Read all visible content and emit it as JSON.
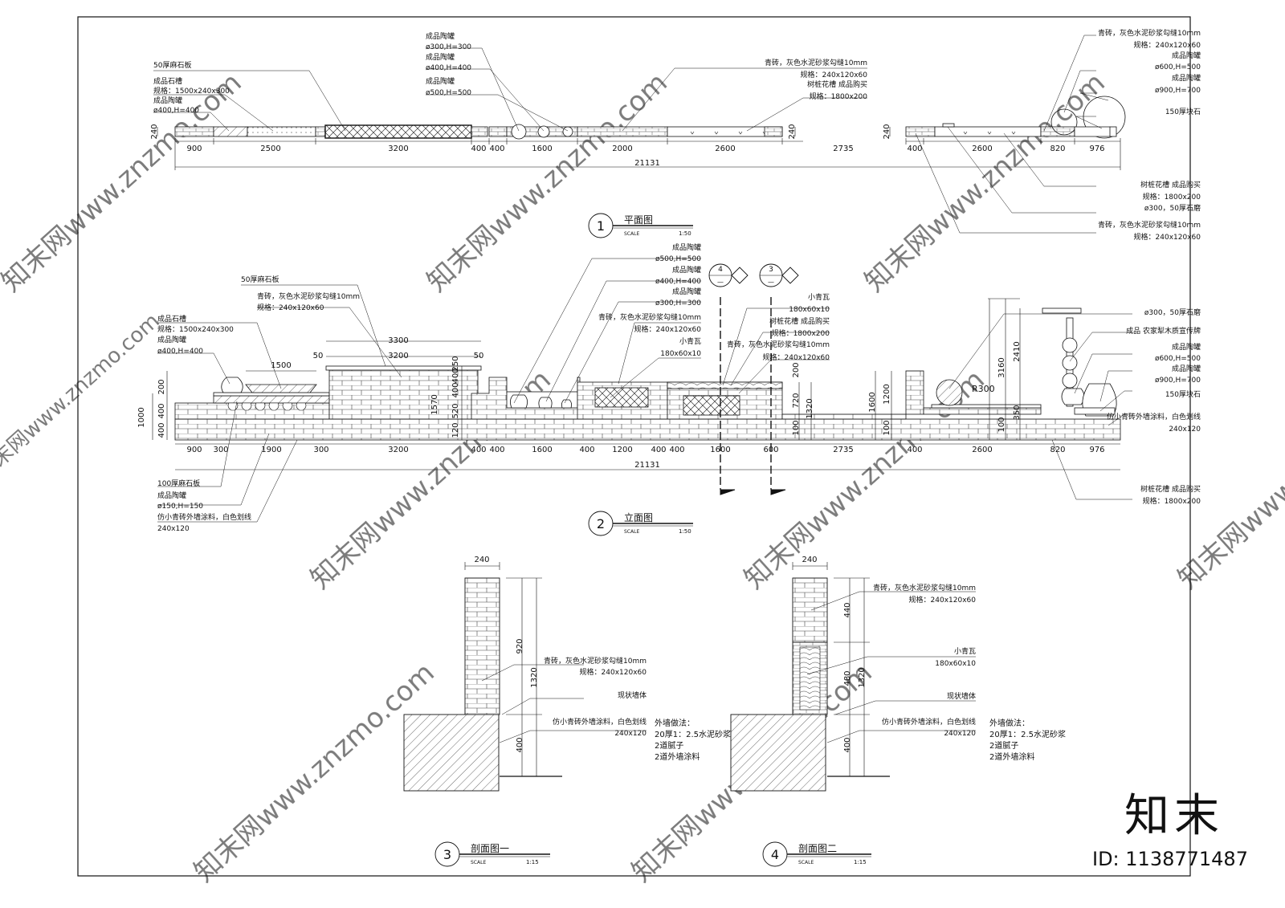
{
  "plan": {
    "labels": {
      "flagstone": "50厚麻石板",
      "trough_name": "成品石槽",
      "trough_spec": "规格：1500x240x300",
      "jar_a_name": "成品陶罐",
      "jar_a_size": "ø400,H=400",
      "jars_1_name": "成品陶罐",
      "jars_1_size": "ø300,H=300",
      "jars_2_name": "成品陶罐",
      "jars_2_size": "ø400,H=400",
      "jars_3_name": "成品陶罐",
      "jars_3_size": "ø500,H=500",
      "brick_a": "青砖，灰色水泥砂浆勾缝10mm",
      "brick_a_spec": "规格：240x120x60",
      "planter_a": "树桩花槽 成品购买",
      "planter_a_spec": "规格：1800x200",
      "brick_r": "青砖，灰色水泥砂浆勾缝10mm",
      "brick_r_spec": "规格：240x120x60",
      "jar_r_name": "成品陶罐",
      "jar_r_size1": "ø600,H=500",
      "jar_r_name2": "成品陶罐",
      "jar_r_size2": "ø900,H=700",
      "stone150": "150厚块石",
      "planter_r": "树桩花槽 成品购买",
      "planter_r_spec": "规格：1800x200",
      "millstone": "ø300，50厚石磨",
      "brick_r2": "青砖，灰色水泥砂浆勾缝10mm",
      "brick_r2_spec": "规格：240x120x60"
    },
    "dims": [
      "240",
      "900",
      "2500",
      "3200",
      "400",
      "400",
      "1600",
      "2000",
      "2600",
      "2735",
      "240",
      "400",
      "2600",
      "820",
      "976",
      "21131"
    ],
    "title": "平面图",
    "num": "1",
    "scale_label": "SCALE",
    "scale": "1:50"
  },
  "elev": {
    "labels": {
      "flagstone": "50厚麻石板",
      "brick": "青砖，灰色水泥砂浆勾缝10mm",
      "brick_spec": "规格：240x120x60",
      "trough_name": "成品石槽",
      "trough_spec": "规格：1500x240x300",
      "jar_name": "成品陶罐",
      "jar_size": "ø400,H=400",
      "j1_name": "成品陶罐",
      "j1_size": "ø500,H=500",
      "j2_name": "成品陶罐",
      "j2_size": "ø400,H=400",
      "j3_name": "成品陶罐",
      "j3_size": "ø300,H=300",
      "brick2": "青砖，灰色水泥砂浆勾缝10mm",
      "brick2_spec": "规格：240x120x60",
      "tile": "小青瓦",
      "tile_spec": "180x60x10",
      "tile_r": "小青瓦",
      "tile_r_spec": "180x60x10",
      "planter": "树桩花槽 成品购买",
      "planter_spec": "规格：1800x200",
      "brick3": "青砖，灰色水泥砂浆勾缝10mm",
      "brick3_spec": "规格：240x120x60",
      "millstone": "ø300，50厚石磨",
      "sign": "成品 农家犁木质宣传牌",
      "jar_r1_name": "成品陶罐",
      "jar_r1_size": "ø600,H=500",
      "jar_r2_name": "成品陶罐",
      "jar_r2_size": "ø900,H=700",
      "stone150": "150厚块石",
      "paint": "仿小青砖外墙涂料，白色划线",
      "paint_spec": "240x120",
      "planter_b": "树桩花槽 成品购买",
      "planter_b_spec": "规格：1800x200",
      "flag100": "100厚麻石板",
      "jar_small_name": "成品陶罐",
      "jar_small_size": "ø150,H=150",
      "paint_l": "仿小青砖外墙涂料，白色划线",
      "paint_l_spec": "240x120",
      "radius": "R300",
      "cut4": "4",
      "cut3": "3",
      "dash": "—"
    },
    "dims_bottom": [
      "900",
      "300",
      "1900",
      "300",
      "3200",
      "400",
      "400",
      "1600",
      "400",
      "1200",
      "400",
      "400",
      "1600",
      "600",
      "2735",
      "400",
      "2600",
      "820",
      "976"
    ],
    "total": "21131",
    "dims_top": [
      "3300",
      "3200",
      "50",
      "50",
      "1500"
    ],
    "dims_left": [
      "1000",
      "200",
      "400",
      "400"
    ],
    "dims_mid": [
      "1570",
      "400",
      "520",
      "120",
      "250",
      "400",
      "200",
      "720",
      "1320",
      "100",
      "1600",
      "1200",
      "100",
      "3160",
      "2410",
      "100",
      "350"
    ],
    "title": "立面图",
    "num": "2",
    "scale_label": "SCALE",
    "scale": "1:50"
  },
  "sec3": {
    "dim_top": "240",
    "dims": [
      "920",
      "1320",
      "400"
    ],
    "brick": "青砖，灰色水泥砂浆勾缝10mm",
    "brick_spec": "规格：240x120x60",
    "wall": "现状墙体",
    "paint": "仿小青砖外墙涂料，白色划线",
    "paint_spec": "240x120",
    "note_title": "外墙做法：",
    "note1": "20厚1：2.5水泥砂浆",
    "note2": "2道腻子",
    "note3": "2道外墙涂料",
    "title": "剖面图一",
    "num": "3",
    "scale_label": "SCALE",
    "scale": "1:15"
  },
  "sec4": {
    "dim_top": "240",
    "dims": [
      "440",
      "480",
      "1320",
      "400"
    ],
    "brick": "青砖，灰色水泥砂浆勾缝10mm",
    "brick_spec": "规格：240x120x60",
    "tile": "小青瓦",
    "tile_spec": "180x60x10",
    "wall": "现状墙体",
    "paint": "仿小青砖外墙涂料，白色划线",
    "paint_spec": "240x120",
    "note_title": "外墙做法：",
    "note1": "20厚1：2.5水泥砂浆",
    "note2": "2道腻子",
    "note3": "2道外墙涂料",
    "title": "剖面图二",
    "num": "4",
    "scale_label": "SCALE",
    "scale": "1:15"
  },
  "watermark": {
    "text": "知末网www.znzmo.com",
    "brand": "知末",
    "id": "ID: 1138771487"
  }
}
